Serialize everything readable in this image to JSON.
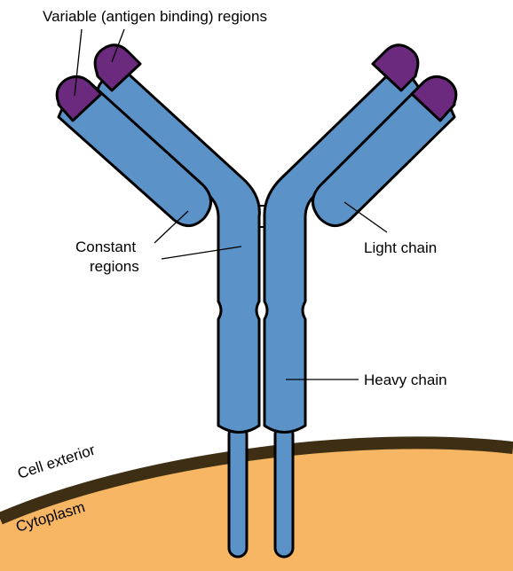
{
  "labels": {
    "variable_regions": "Variable (antigen binding) regions",
    "constant_regions_line1": "Constant",
    "constant_regions_line2": "regions",
    "light_chain": "Light chain",
    "heavy_chain": "Heavy chain",
    "cell_exterior": "Cell exterior",
    "cytoplasm": "Cytoplasm"
  },
  "colors": {
    "chain_fill": "#5b93c9",
    "chain_outline": "#000000",
    "variable_region": "#6b2a7d",
    "cytoplasm": "#f6b663",
    "membrane": "#3d2e14",
    "leader_line": "#000000"
  }
}
